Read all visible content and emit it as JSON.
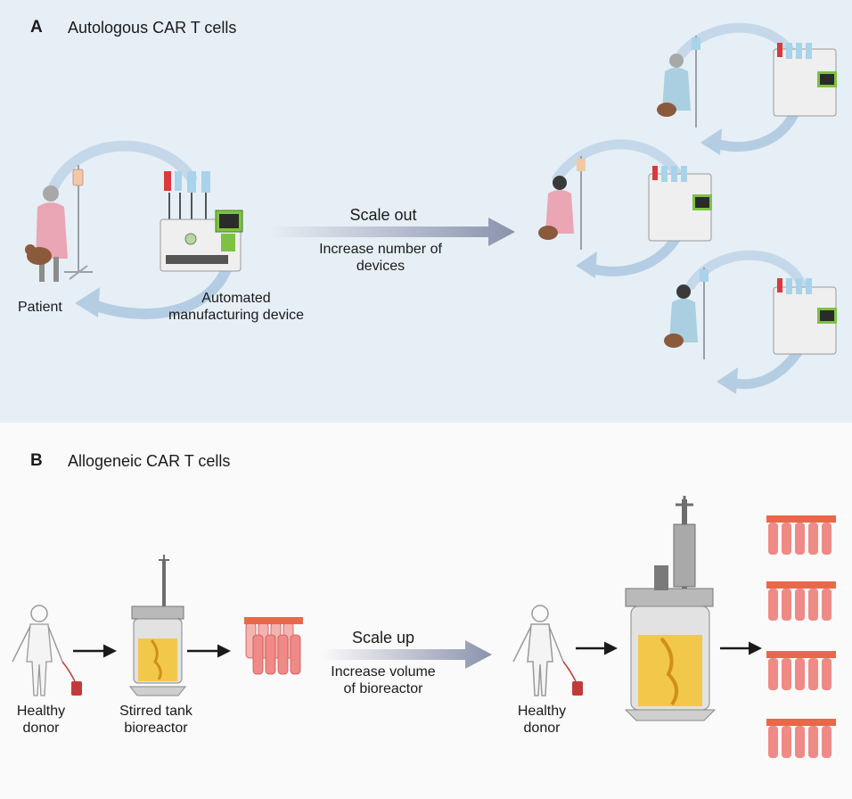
{
  "panel_a": {
    "letter": "A",
    "title": "Autologous CAR T cells",
    "patient_label": "Patient",
    "device_label_line1": "Automated",
    "device_label_line2": "manufacturing device",
    "arrow_title": "Scale out",
    "arrow_sub_line1": "Increase number of",
    "arrow_sub_line2": "devices"
  },
  "panel_b": {
    "letter": "B",
    "title": "Allogeneic CAR T cells",
    "donor_left_line1": "Healthy",
    "donor_left_line2": "donor",
    "bioreactor_line1": "Stirred tank",
    "bioreactor_line2": "bioreactor",
    "arrow_title": "Scale up",
    "arrow_sub_line1": "Increase volume",
    "arrow_sub_line2": "of bioreactor",
    "donor_right_line1": "Healthy",
    "donor_right_line2": "donor"
  },
  "colors": {
    "panel_a_bg": "#e6eff5",
    "panel_b_bg": "#fbfafa",
    "cycle_arrow": "#b4cde3",
    "scale_arrow": "#8a93ad",
    "patient_gown_pink": "#eaa6b4",
    "patient_gown_blue": "#a9cfe0",
    "device_green": "#7dc241",
    "bioreactor_yellow": "#f2c84b",
    "tube_red": "#e8684a"
  }
}
